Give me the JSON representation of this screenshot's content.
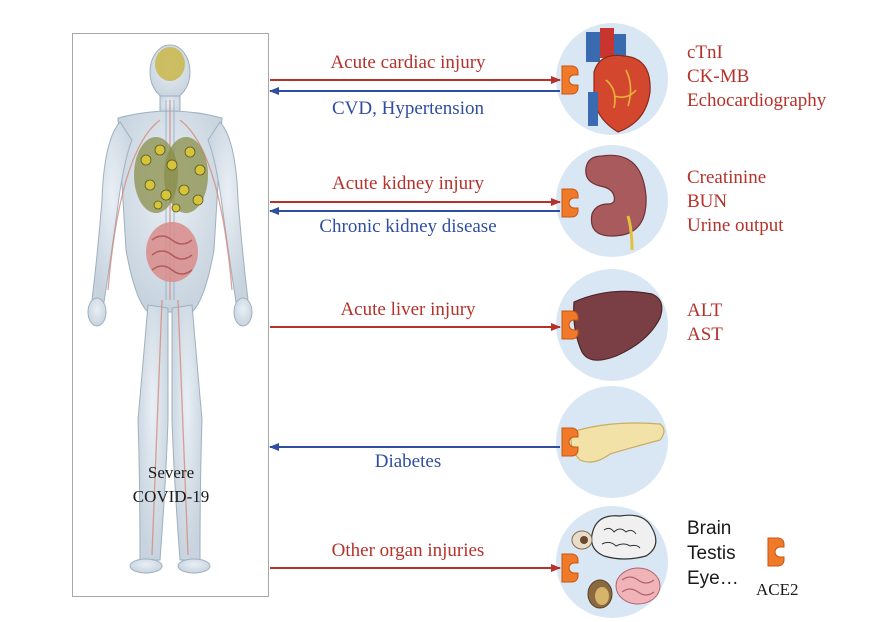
{
  "body_panel": {
    "caption_line1": "Severe",
    "caption_line2": "COVID-19"
  },
  "rows": [
    {
      "organ": "heart",
      "outgoing": "Acute cardiac injury",
      "incoming": "CVD, Hypertension",
      "markers": [
        "cTnI",
        "CK-MB",
        "Echocardiography"
      ]
    },
    {
      "organ": "kidney",
      "outgoing": "Acute kidney injury",
      "incoming": "Chronic kidney disease",
      "markers": [
        "Creatinine",
        "BUN",
        "Urine output"
      ]
    },
    {
      "organ": "liver",
      "outgoing": "Acute liver injury",
      "markers": [
        "ALT",
        "AST"
      ]
    },
    {
      "organ": "pancreas",
      "incoming": "Diabetes"
    },
    {
      "organ": "other",
      "outgoing": "Other organ injuries",
      "organs": [
        "Brain",
        "Testis",
        "Eye…"
      ]
    }
  ],
  "legend": {
    "label": "ACE2"
  },
  "colors": {
    "injury_arrow": "#b5322b",
    "comorbidity_arrow": "#2f4ea0",
    "receptor": "#f07a2a",
    "circle_bg": "#d9e7f5",
    "panel_border": "#a8a8a8"
  }
}
